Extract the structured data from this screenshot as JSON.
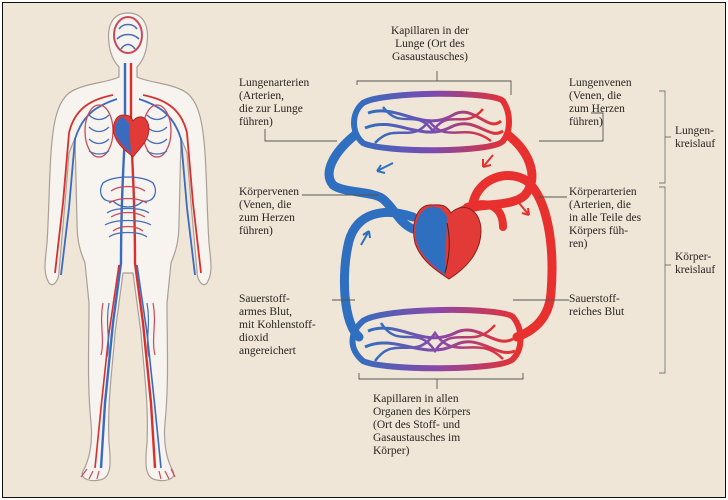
{
  "labels": {
    "capillaries_lung": "Kapillaren in der\nLunge (Ort des\nGasaustausches)",
    "pulmonary_arteries": "Lungenarterien\n(Arterien,\ndie zur Lunge\nführen)",
    "pulmonary_veins": "Lungenvenen\n(Venen, die\nzum Herzen\nführen)",
    "pulmonary_circulation": "Lungen-\nkreislauf",
    "body_veins": "Körpervenen\n(Venen, die\nzum Herzen\nführen)",
    "body_arteries": "Körperarterien\n(Arterien, die\nin alle Teile des\nKörpers füh-\nren)",
    "systemic_circulation": "Körper-\nkreislauf",
    "deoxygenated_blood": "Sauerstoff-\narmes Blut,\nmit Kohlenstoff-\ndioxid\nangereichert",
    "oxygenated_blood": "Sauerstoff-\nreiches Blut",
    "capillaries_body": "Kapillaren in allen\nOrganen des Körpers\n(Ort des Stoff- und\nGasaustausches im\nKörper)"
  },
  "colors": {
    "background": "#efe6d8",
    "oxygenated": "#e8302e",
    "deoxygenated": "#2f6fc0",
    "leader_line": "#555555",
    "body_fill": "#f7f3ee",
    "body_outline": "#a89f98"
  }
}
